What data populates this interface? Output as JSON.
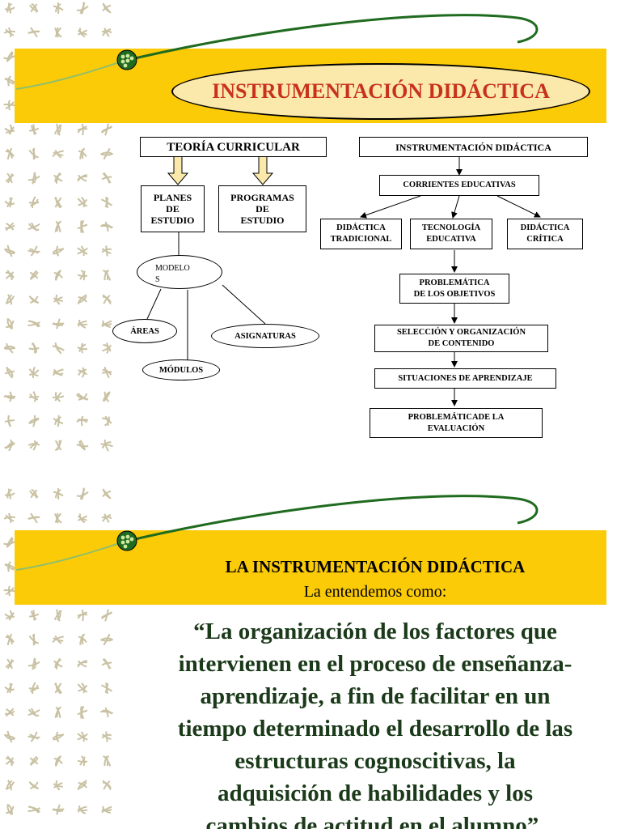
{
  "colors": {
    "band": "#fccb08",
    "title_text": "#c8321c",
    "oval_fill": "#fbe9ab",
    "quote_text": "#1b3a1a",
    "swoosh": "#1f6b1f",
    "pattern": "#c9c1a3"
  },
  "slide1": {
    "title": "INSTRUMENTACIÓN DIDÁCTICA",
    "left": {
      "heading": "TEORÍA CURRICULAR",
      "planes": "PLANES\nDE\nESTUDIO",
      "programas": "PROGRAMAS\nDE\nESTUDIO",
      "modelos": "MODELOS",
      "areas": "ÁREAS",
      "asignaturas": "ASIGNATURAS",
      "modulos": "MÓDULOS"
    },
    "right": {
      "heading": "INSTRUMENTACIÓN DIDÁCTICA",
      "corrientes": "CORRIENTES EDUCATIVAS",
      "tradicional": "DIDÁCTICA\nTRADICIONAL",
      "tecnologia": "TECNOLOGÍA\nEDUCATIVA",
      "critica": "DIDÁCTICA\nCRÍTICA",
      "objetivos": "PROBLEMÁTICA\nDE LOS OBJETIVOS",
      "contenido": "SELECCIÓN Y ORGANIZACIÓN\nDE CONTENIDO",
      "situaciones": "SITUACIONES DE APRENDIZAJE",
      "evaluacion": "PROBLEMÁTICADE LA\nEVALUACIÓN"
    }
  },
  "slide2": {
    "title": "LA INSTRUMENTACIÓN DIDÁCTICA",
    "subtitle": "La entendemos como:",
    "quote": "“La organización de los factores que\nintervienen en el proceso de enseñanza-\naprendizaje, a fin de facilitar en un\ntiempo determinado el desarrollo de las\nestructuras cognoscitivas, la\nadquisición de habilidades y los\ncambios de actitud en el alumno”."
  }
}
